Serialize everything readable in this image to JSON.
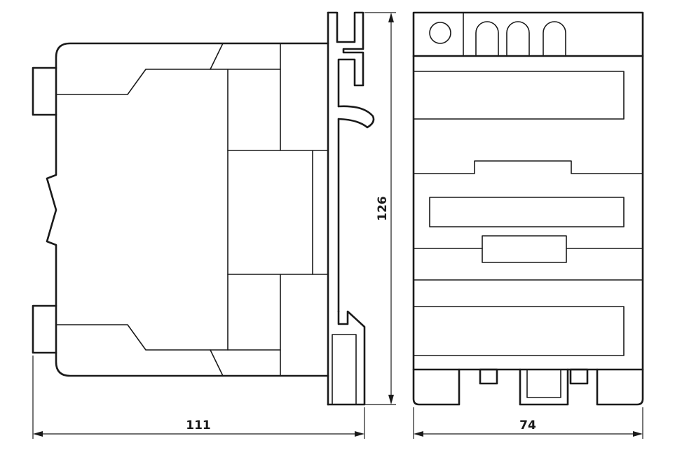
{
  "dimensions": {
    "side_width": "111",
    "height": "126",
    "front_width": "74"
  },
  "colors": {
    "line": "#1a1a1a",
    "background": "#ffffff"
  }
}
